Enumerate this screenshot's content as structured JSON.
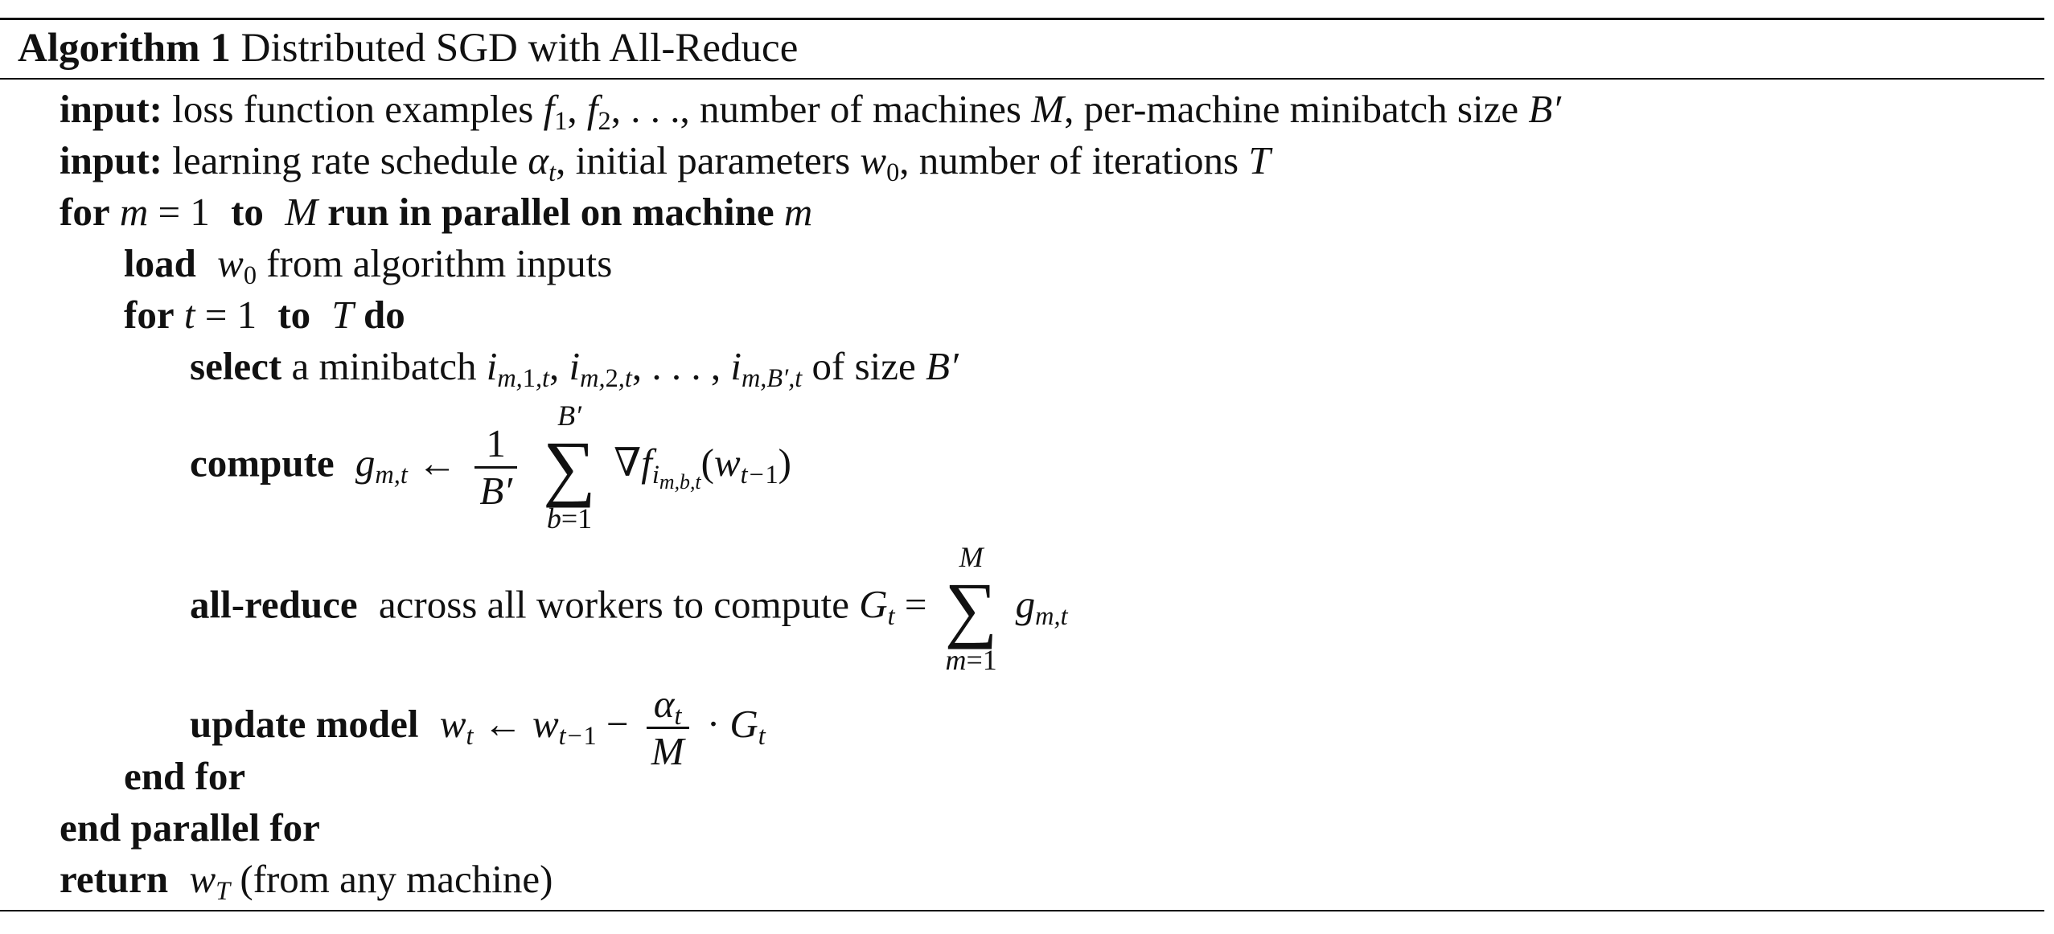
{
  "algorithm": {
    "caption_label": "Algorithm 1",
    "caption_title": "Distributed SGD with All-Reduce"
  },
  "keywords": {
    "input": "input:",
    "for": "for",
    "to": "to",
    "run_in_parallel": "run in parallel on machine",
    "load": "load",
    "do": "do",
    "select": "select",
    "compute": "compute",
    "all_reduce": "all-reduce",
    "update_model": "update model",
    "end_for": "end for",
    "end_parallel_for": "end parallel for",
    "return": "return"
  },
  "text": {
    "input1_a": "loss function examples",
    "input1_b": "number of machines",
    "input1_c": "per-machine minibatch size",
    "input2_a": "learning rate schedule",
    "input2_b": "initial parameters",
    "input2_c": "number of iterations",
    "load_rest": "from algorithm inputs",
    "select_a": "a minibatch",
    "select_b": "of size",
    "allreduce_text": "across all workers to compute",
    "return_rest": "(from any machine)"
  }
}
